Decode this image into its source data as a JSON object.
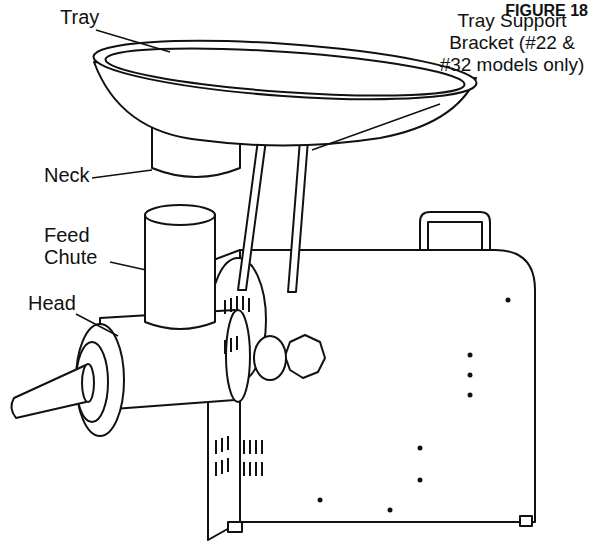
{
  "diagram": {
    "labels": [
      "FIGURE 18",
      "Tray",
      "Tray Support Bracket (#22 & #32 models only)",
      "Neck",
      "Feed Chute",
      "Head"
    ]
  }
}
